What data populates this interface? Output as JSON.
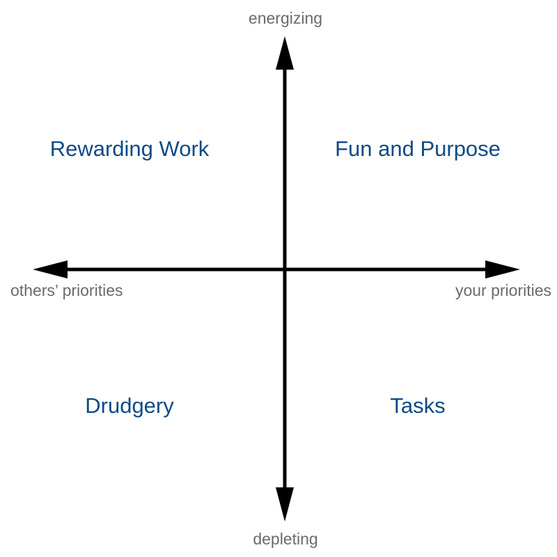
{
  "axes": {
    "top": "energizing",
    "bottom": "depleting",
    "left": "others’ priorities",
    "right": "your priorities"
  },
  "quadrants": {
    "top_left": "Rewarding Work",
    "top_right": "Fun and Purpose",
    "bottom_left": "Drudgery",
    "bottom_right": "Tasks"
  },
  "colors": {
    "axis_line": "#000000",
    "axis_label": "#6b6b6b",
    "quadrant_label": "#0d4a86"
  }
}
